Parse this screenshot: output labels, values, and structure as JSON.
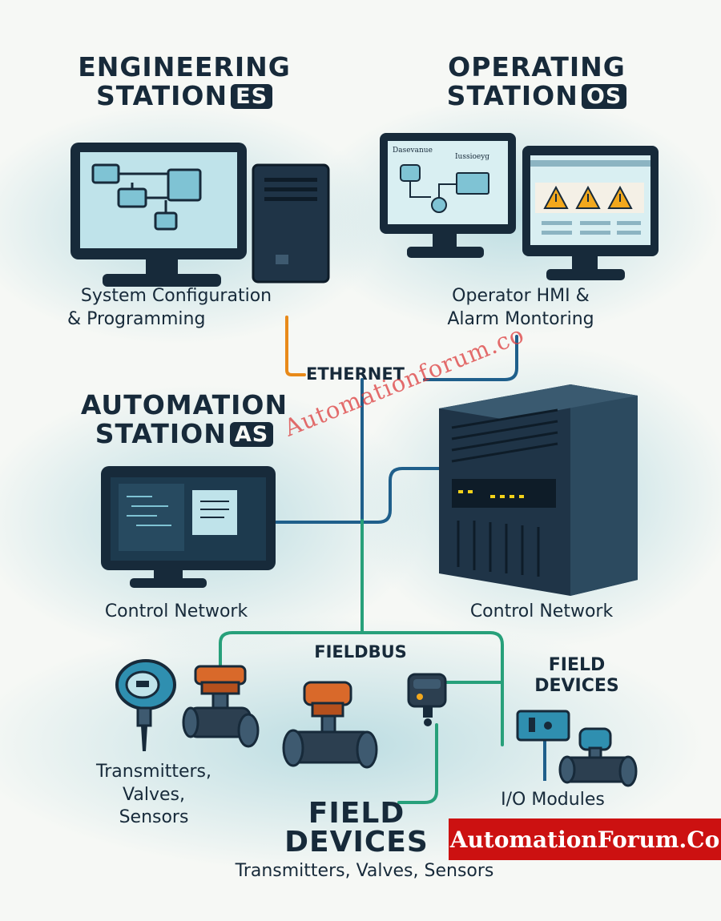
{
  "engineering": {
    "title_line1": "ENGINEERING",
    "title_line2": "STATION",
    "badge": "ES",
    "caption_line1": "System Configuration",
    "caption_line2": "& Programming"
  },
  "operating": {
    "title_line1": "OPERATING",
    "title_line2": "STATION",
    "badge": "OS",
    "screen_text_left": "Dasevanue",
    "screen_text_right": "Iussioeyg",
    "caption_line1": "Operator HMI &",
    "caption_line2": "Alarm Montoring"
  },
  "automation": {
    "title_line1": "AUTOMATION",
    "title_line2": "STATION",
    "badge": "AS",
    "caption_left": "Control Network",
    "caption_right": "Control Network"
  },
  "network": {
    "ethernet_label": "ETHERNET",
    "fieldbus_label": "FIELDBUS"
  },
  "field": {
    "right_title_line1": "FIELD",
    "right_title_line2": "DEVICES",
    "io_label": "I/O Modules",
    "left_caption_line1": "Transmitters,",
    "left_caption_line2": "Valves,",
    "left_caption_line3": "Sensors",
    "main_title_line1": "FIELD",
    "main_title_line2": "DEVICES",
    "main_caption": "Transmitters, Valves, Sensors"
  },
  "watermark": "Automationforum.co",
  "brand": "AutomationForum.Co",
  "colors": {
    "navy": "#172a3a",
    "screen": "#bfe3ea",
    "ethernet_orange": "#e88a1a",
    "network_blue": "#1f5f8b",
    "fieldbus_green": "#27a07a",
    "valve_orange": "#d9692a",
    "watermark_red": "#dc3c3c",
    "brand_red": "#cc1111"
  }
}
